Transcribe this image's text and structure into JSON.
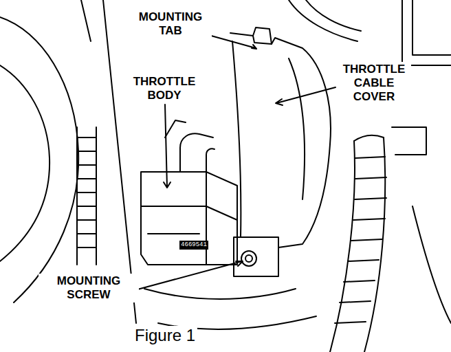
{
  "diagram": {
    "caption": "Figure 1",
    "labels": [
      "MOUNTING TAB",
      "THROTTLE BODY",
      "THROTTLE CABLE COVER",
      "4669541",
      "MOUNTING SCREW"
    ]
  }
}
